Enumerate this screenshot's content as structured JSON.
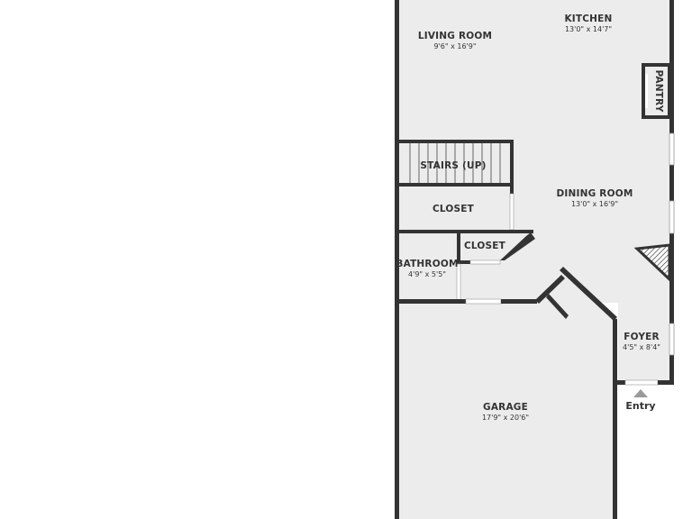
{
  "rooms": {
    "living": {
      "name": "LIVING ROOM",
      "dim": "9'6\" x 16'9\""
    },
    "kitchen": {
      "name": "KITCHEN",
      "dim": "13'0\" x 14'7\""
    },
    "pantry": {
      "name": "PANTRY"
    },
    "stairs": {
      "name": "STAIRS (UP)"
    },
    "closet1": {
      "name": "CLOSET"
    },
    "dining": {
      "name": "DINING ROOM",
      "dim": "13'0\" x 16'9\""
    },
    "closet2": {
      "name": "CLOSET"
    },
    "bathroom": {
      "name": "BATHROOM",
      "dim": "4'9\" x 5'5\""
    },
    "foyer": {
      "name": "FOYER",
      "dim": "4'5\" x 8'4\""
    },
    "garage": {
      "name": "GARAGE",
      "dim": "17'9\" x 20'6\""
    }
  },
  "entry": {
    "label": "Entry"
  },
  "colors": {
    "wall": "#333333",
    "floor": "#ececec",
    "text": "#333333",
    "marker": "#9a9a9a"
  }
}
